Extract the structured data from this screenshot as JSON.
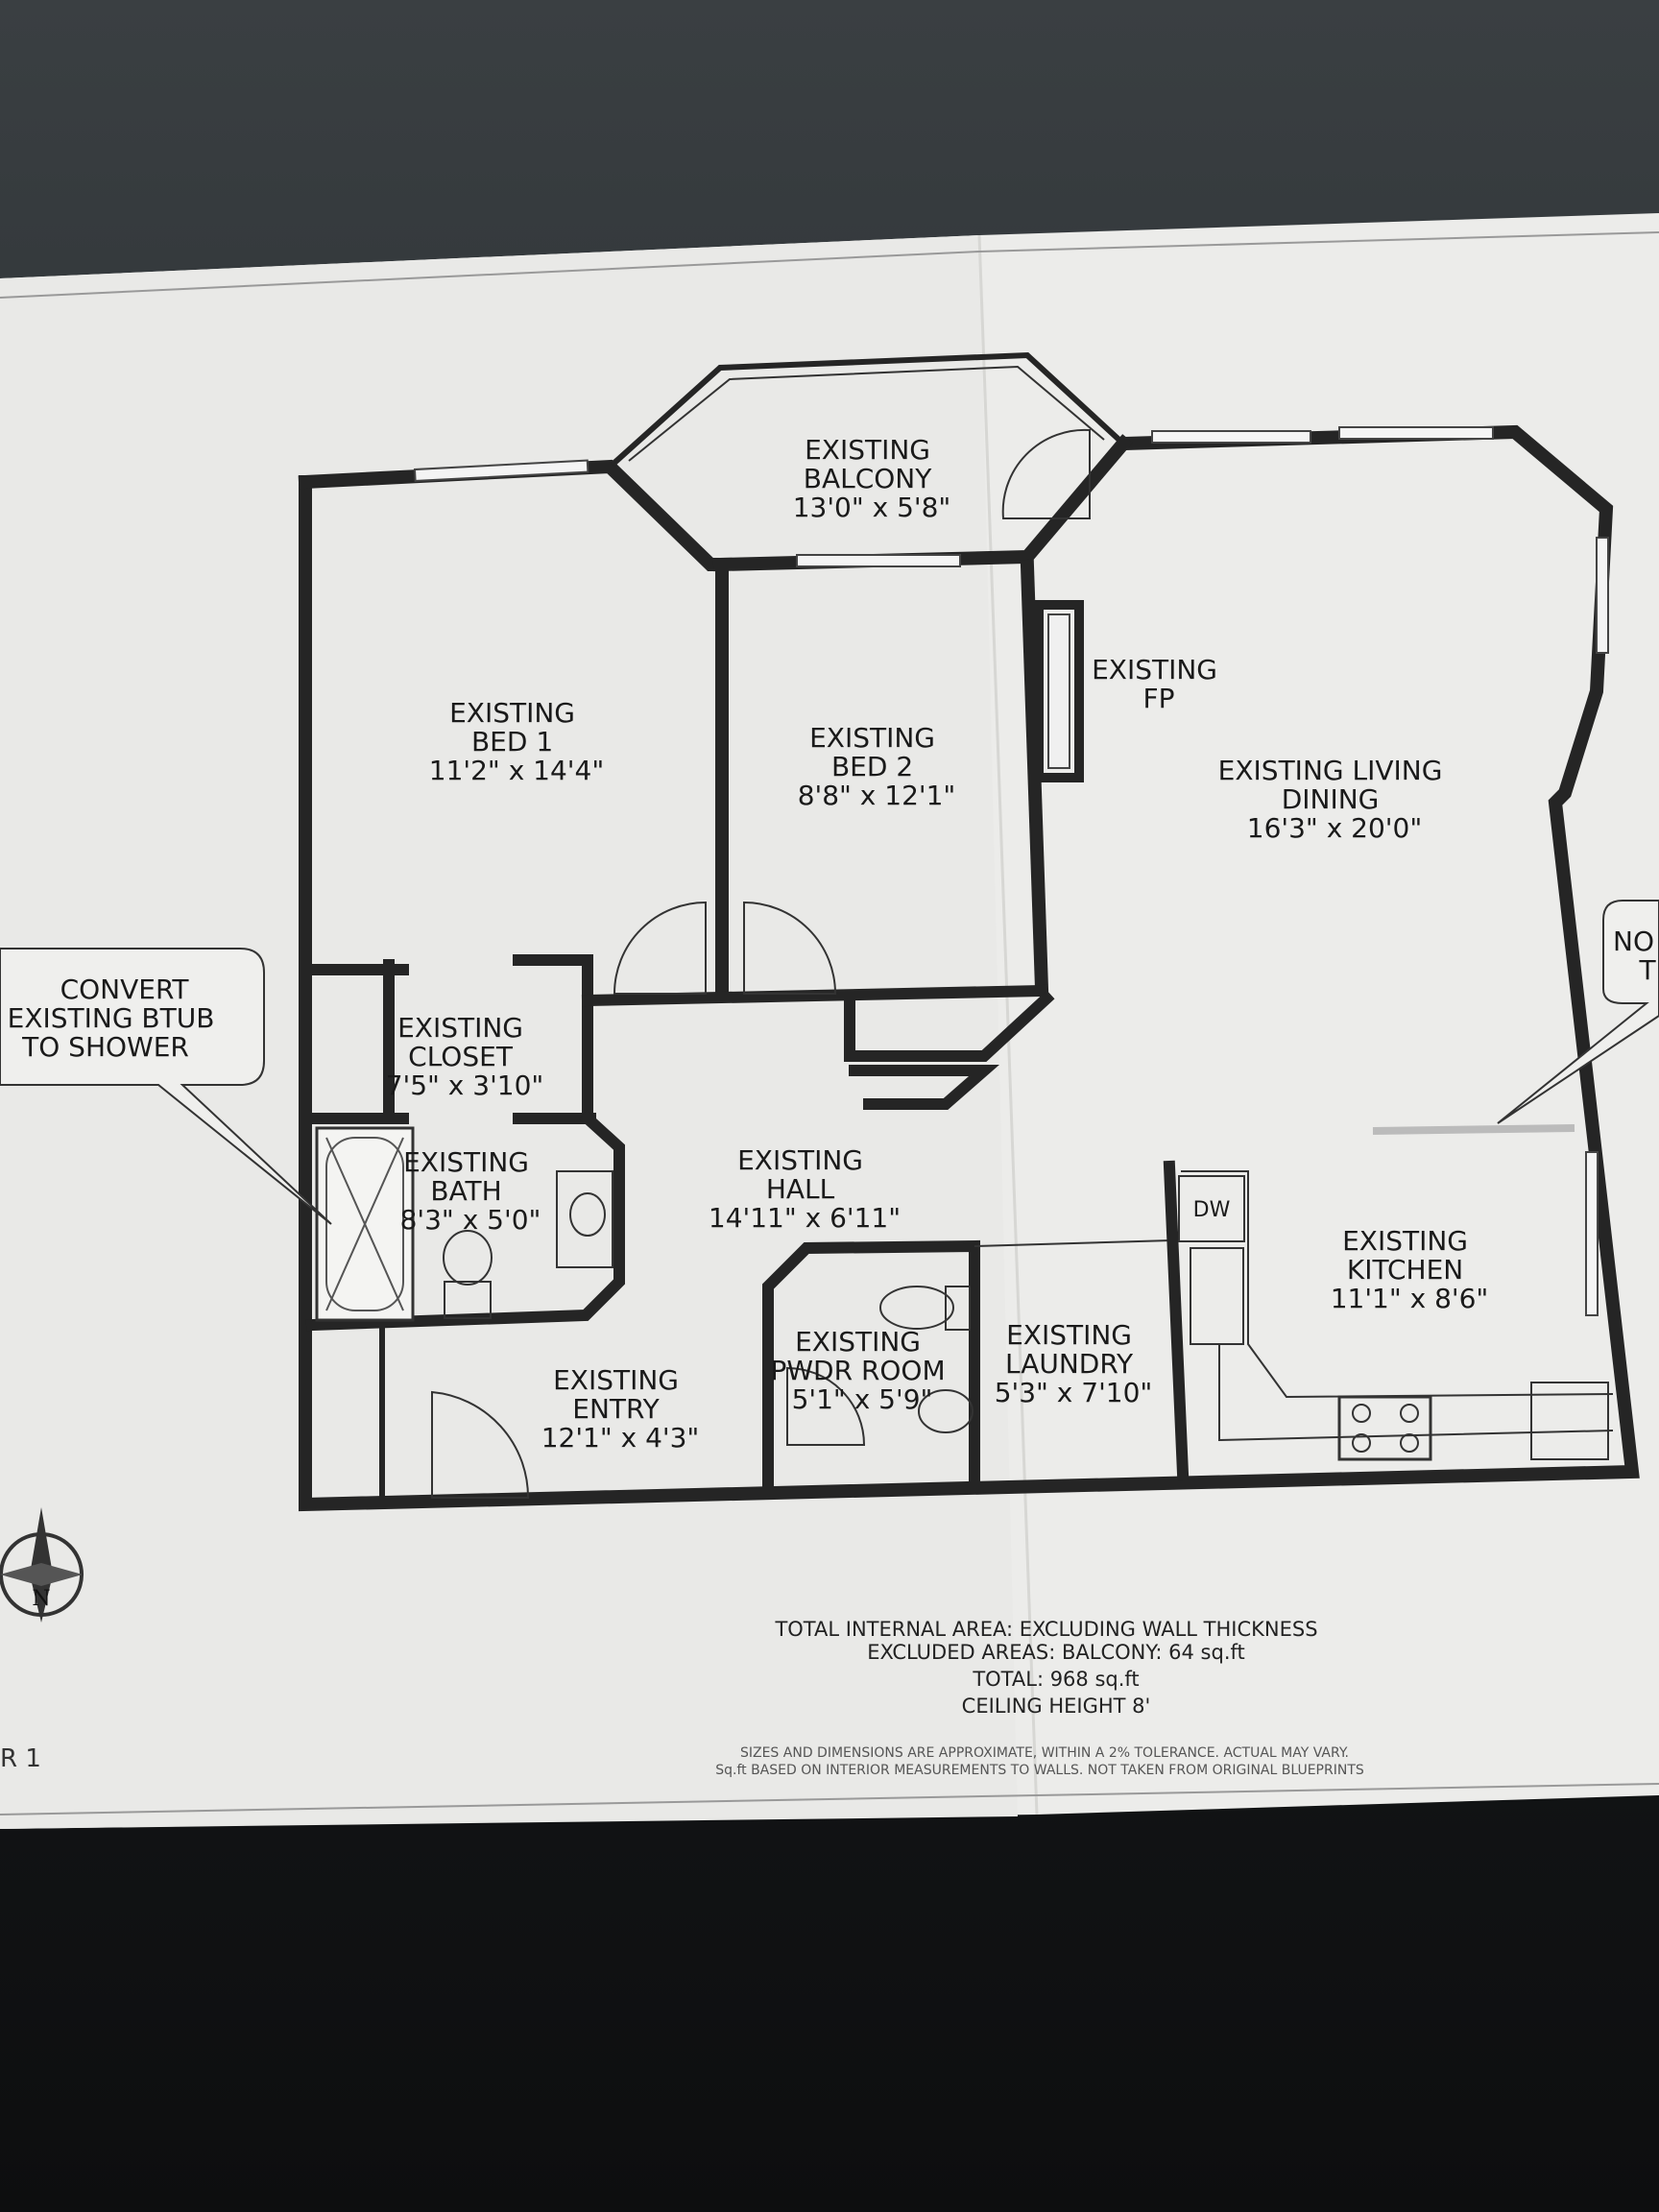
{
  "rooms": {
    "balcony": {
      "name1": "EXISTING",
      "name2": "BALCONY",
      "dims": "13'0\" x 5'8\""
    },
    "bed1": {
      "name1": "EXISTING",
      "name2": "BED 1",
      "dims": "11'2\" x 14'4\""
    },
    "bed2": {
      "name1": "EXISTING",
      "name2": "BED 2",
      "dims": "8'8\" x 12'1\""
    },
    "fireplace": {
      "name1": "EXISTING",
      "name2": "FP"
    },
    "living": {
      "name1": "EXISTING LIVING",
      "name2": "DINING",
      "dims": "16'3\" x 20'0\""
    },
    "closet": {
      "name1": "EXISTING",
      "name2": "CLOSET",
      "dims": "7'5\" x 3'10\""
    },
    "bath": {
      "name1": "EXISTING",
      "name2": "BATH",
      "dims": "8'3\" x 5'0\""
    },
    "hall": {
      "name1": "EXISTING",
      "name2": "HALL",
      "dims": "14'11\" x 6'11\""
    },
    "kitchen": {
      "name1": "EXISTING",
      "name2": "KITCHEN",
      "dims": "11'1\" x 8'6\""
    },
    "pwdr": {
      "name1": "EXISTING",
      "name2": "PWDR ROOM",
      "dims": "5'1\" x 5'9\""
    },
    "laundry": {
      "name1": "EXISTING",
      "name2": "LAUNDRY",
      "dims": "5'3\" x 7'10\""
    },
    "entry": {
      "name1": "EXISTING",
      "name2": "ENTRY",
      "dims": "12'1\" x 4'3\""
    }
  },
  "appliances": {
    "dw": "DW"
  },
  "callouts": {
    "left": {
      "line1": "CONVERT",
      "line2": "EXISTING BTUB",
      "line3": "TO SHOWER"
    },
    "right": {
      "line1": "NO",
      "line2": "T"
    }
  },
  "summary": {
    "line1": "TOTAL INTERNAL AREA: EXCLUDING WALL THICKNESS",
    "line2": "EXCLUDED AREAS: BALCONY: 64 sq.ft",
    "line3": "TOTAL: 968 sq.ft",
    "line4": "CEILING HEIGHT 8'",
    "fine1": "SIZES AND DIMENSIONS ARE APPROXIMATE, WITHIN A 2% TOLERANCE. ACTUAL MAY VARY.",
    "fine2": "Sq.ft BASED ON INTERIOR MEASUREMENTS TO WALLS. NOT TAKEN FROM ORIGINAL BLUEPRINTS"
  },
  "floor_label": "R 1",
  "compass": {
    "letter": "N"
  }
}
